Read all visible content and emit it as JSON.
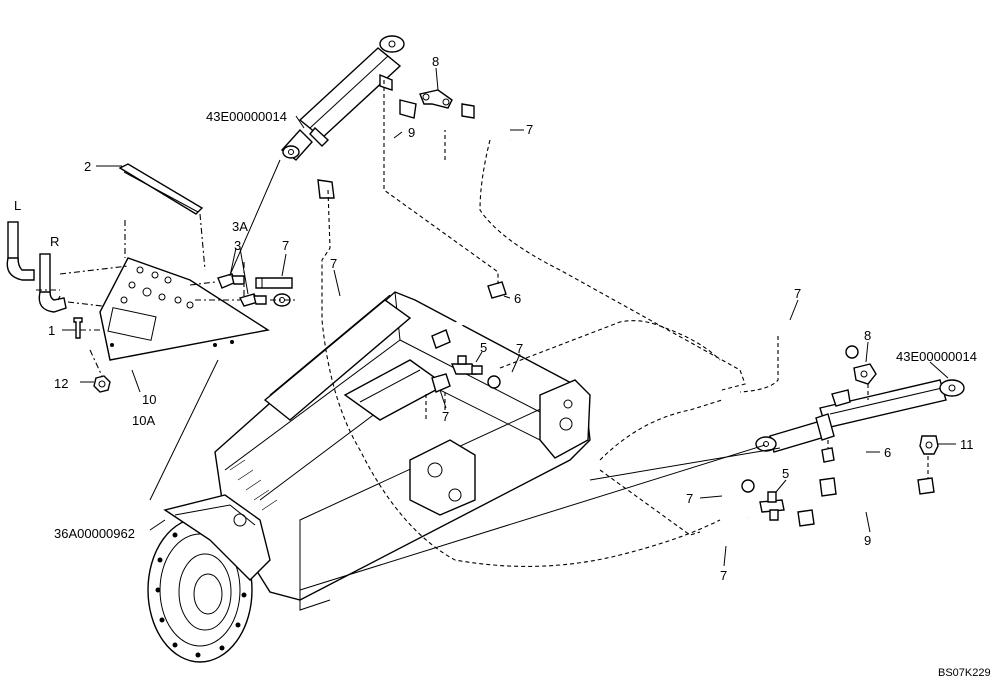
{
  "labels": {
    "dir_l": "L",
    "dir_r": "R",
    "p1": "1",
    "p2": "2",
    "p3a": "3A",
    "p3": "3",
    "p5a": "5",
    "p5b": "5",
    "p6a": "6",
    "p6b": "6",
    "p7a": "7",
    "p7b": "7",
    "p7c": "7",
    "p7d": "7",
    "p7e": "7",
    "p7f": "7",
    "p7g": "7",
    "p7h": "7",
    "p8a": "8",
    "p8b": "8",
    "p9a": "9",
    "p9b": "9",
    "p10": "10",
    "p10a": "10A",
    "p11": "11",
    "p12": "12",
    "cyl_top": "43E00000014",
    "cyl_right": "43E00000014",
    "axle": "36A00000962",
    "drawing_no": "BS07K229"
  },
  "style": {
    "ink": "#000000",
    "paper": "#ffffff"
  }
}
